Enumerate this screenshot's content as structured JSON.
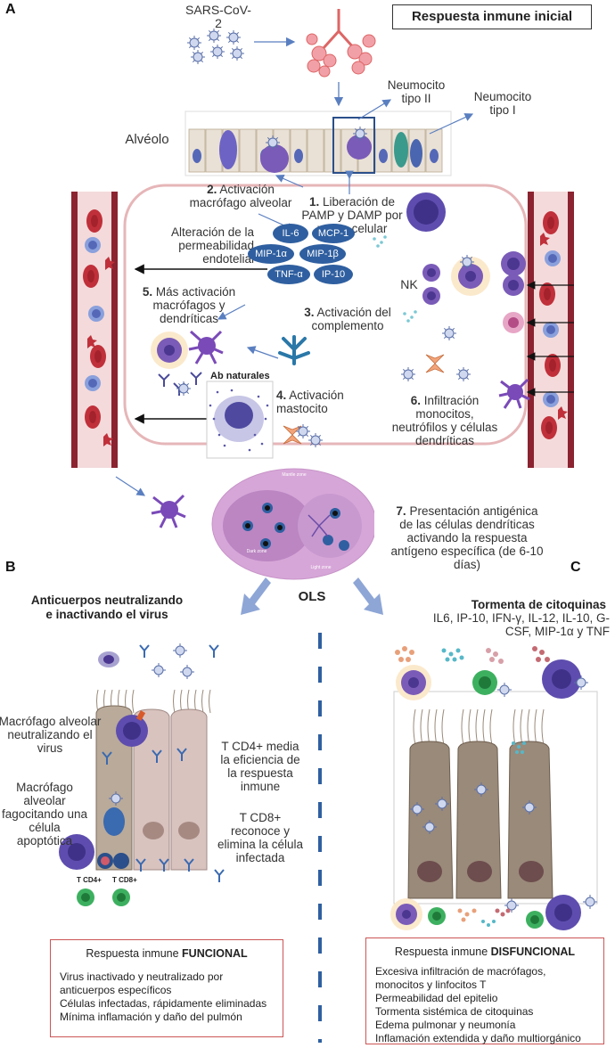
{
  "panels": {
    "a": "A",
    "b": "B",
    "c": "C"
  },
  "header": {
    "title": "Respuesta inmune inicial",
    "virus_label": "SARS-CoV-2"
  },
  "alveolus": {
    "label": "Alvéolo",
    "neumocito_ii": "Neumocito tipo II",
    "neumocito_i": "Neumocito tipo I"
  },
  "steps": {
    "s1_num": "1.",
    "s1_text": "Liberación de PAMP y DAMP por rotura celular",
    "s2_num": "2.",
    "s2_text": "Activación macrófago alveolar",
    "s3_num": "3.",
    "s3_text": "Activación del complemento",
    "s4_num": "4.",
    "s4_text": "Activación mastocito",
    "s5_num": "5.",
    "s5_text": "Más activación macrófagos y dendríticas",
    "s6_num": "6.",
    "s6_text": "Infiltración monocitos, neutrófilos y células dendríticas",
    "s7_num": "7.",
    "s7_text": "Presentación antigénica de las células dendríticas activando la respuesta antígeno específica (de 6-10 días)"
  },
  "labels": {
    "permeabilidad": "Alteración de la permeabilidad endotelial",
    "nk": "NK",
    "ab_naturales": "Ab naturales",
    "ols": "OLS",
    "mantle_zone": "Mantle zone",
    "dark_zone": "Dark zone",
    "light_zone": "Light zone"
  },
  "cytokines": [
    "IL-6",
    "MCP-1",
    "MIP-1α",
    "MIP-1β",
    "TNF-α",
    "IP-10"
  ],
  "panel_b": {
    "title": "Anticuerpos neutralizando e inactivando el virus",
    "macrofago_neutralizando": "Macrófago alveolar neutralizando el virus",
    "macrofago_fagocitando": "Macrófago alveolar fagocitando una célula apoptótica",
    "tcd4_text": "T CD4+ media la eficiencia de la respuesta inmune",
    "tcd8_text": "T CD8+ reconoce y elimina la célula infectada",
    "tcd4_label": "T CD4+",
    "tcd8_label": "T CD8+",
    "box_head_prefix": "Respuesta inmune ",
    "box_head_bold": "FUNCIONAL",
    "box_items": [
      "Virus inactivado y neutralizado por anticuerpos específicos",
      "Células infectadas, rápidamente eliminadas",
      "Mínima inflamación y daño del pulmón"
    ]
  },
  "panel_c": {
    "title": "Tormenta de citoquinas",
    "subtitle": "IL6, IP-10, IFN-γ, IL-12, IL-10, G-CSF, MIP-1α y TNF",
    "box_head_prefix": "Respuesta inmune ",
    "box_head_bold": "DISFUNCIONAL",
    "box_items": [
      "Excesiva infiltración de macrófagos, monocitos y linfocitos T",
      "Permeabilidad del epitelio",
      "Tormenta sistémica de citoquinas",
      "Edema pulmonar y neumonía",
      "Inflamación extendida y daño multiorgánico"
    ]
  },
  "colors": {
    "vessel": "#8b2330",
    "cell_purple": "#6a4ca8",
    "cytokine_blue": "#2f5fa0",
    "box_border": "#c55555",
    "arrow": "#5a7fc0"
  }
}
